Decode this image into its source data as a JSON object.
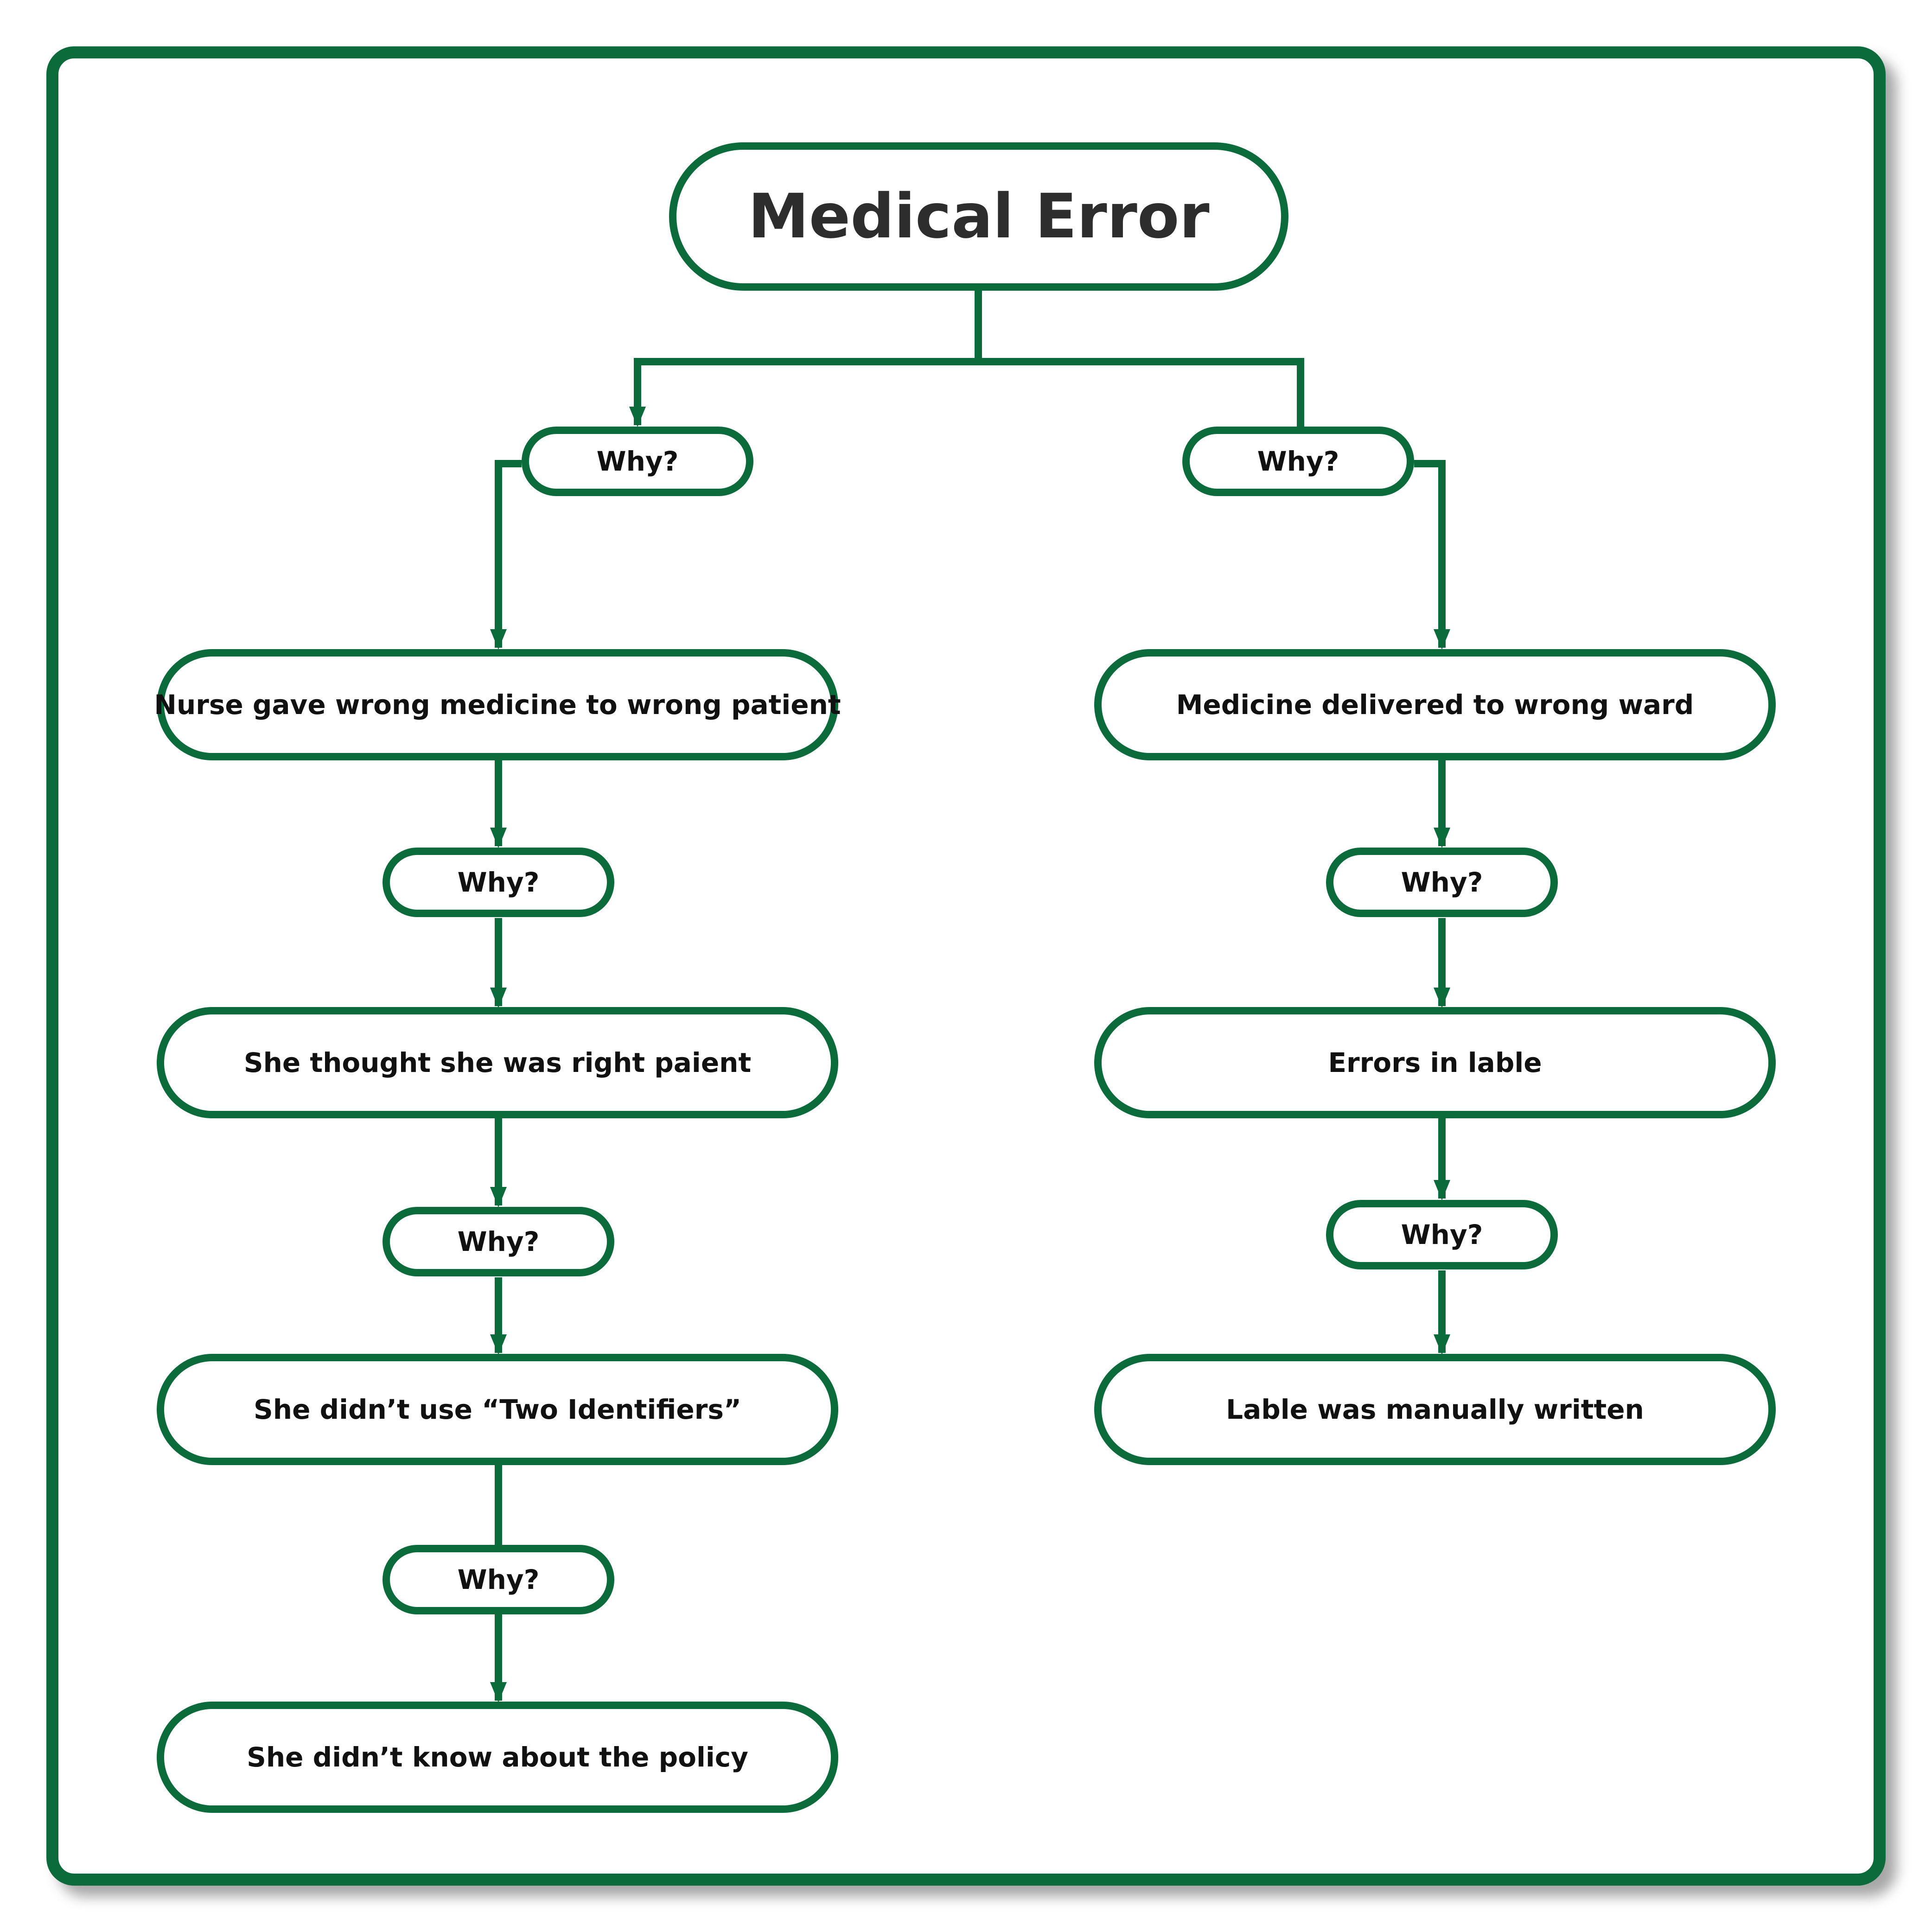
{
  "diagram": {
    "root": {
      "label": "Medical Error"
    },
    "why_label": "Why?",
    "left_branch": [
      {
        "why": "Why?",
        "finding": "Nurse gave wrong medicine to wrong patient"
      },
      {
        "why": "Why?",
        "finding": "She thought she was right paient"
      },
      {
        "why": "Why?",
        "finding": "She didn’t use “Two Identifiers”"
      },
      {
        "why": "Why?",
        "finding": "She didn’t know about the policy"
      }
    ],
    "right_branch": [
      {
        "why": "Why?",
        "finding": "Medicine delivered to wrong ward"
      },
      {
        "why": "Why?",
        "finding": "Errors in lable"
      },
      {
        "why": "Why?",
        "finding": "Lable was manually written"
      }
    ],
    "colors": {
      "accent": "#0b6b3a",
      "text": "#111111",
      "title_text": "#2d2d2d",
      "background": "#ffffff"
    }
  }
}
